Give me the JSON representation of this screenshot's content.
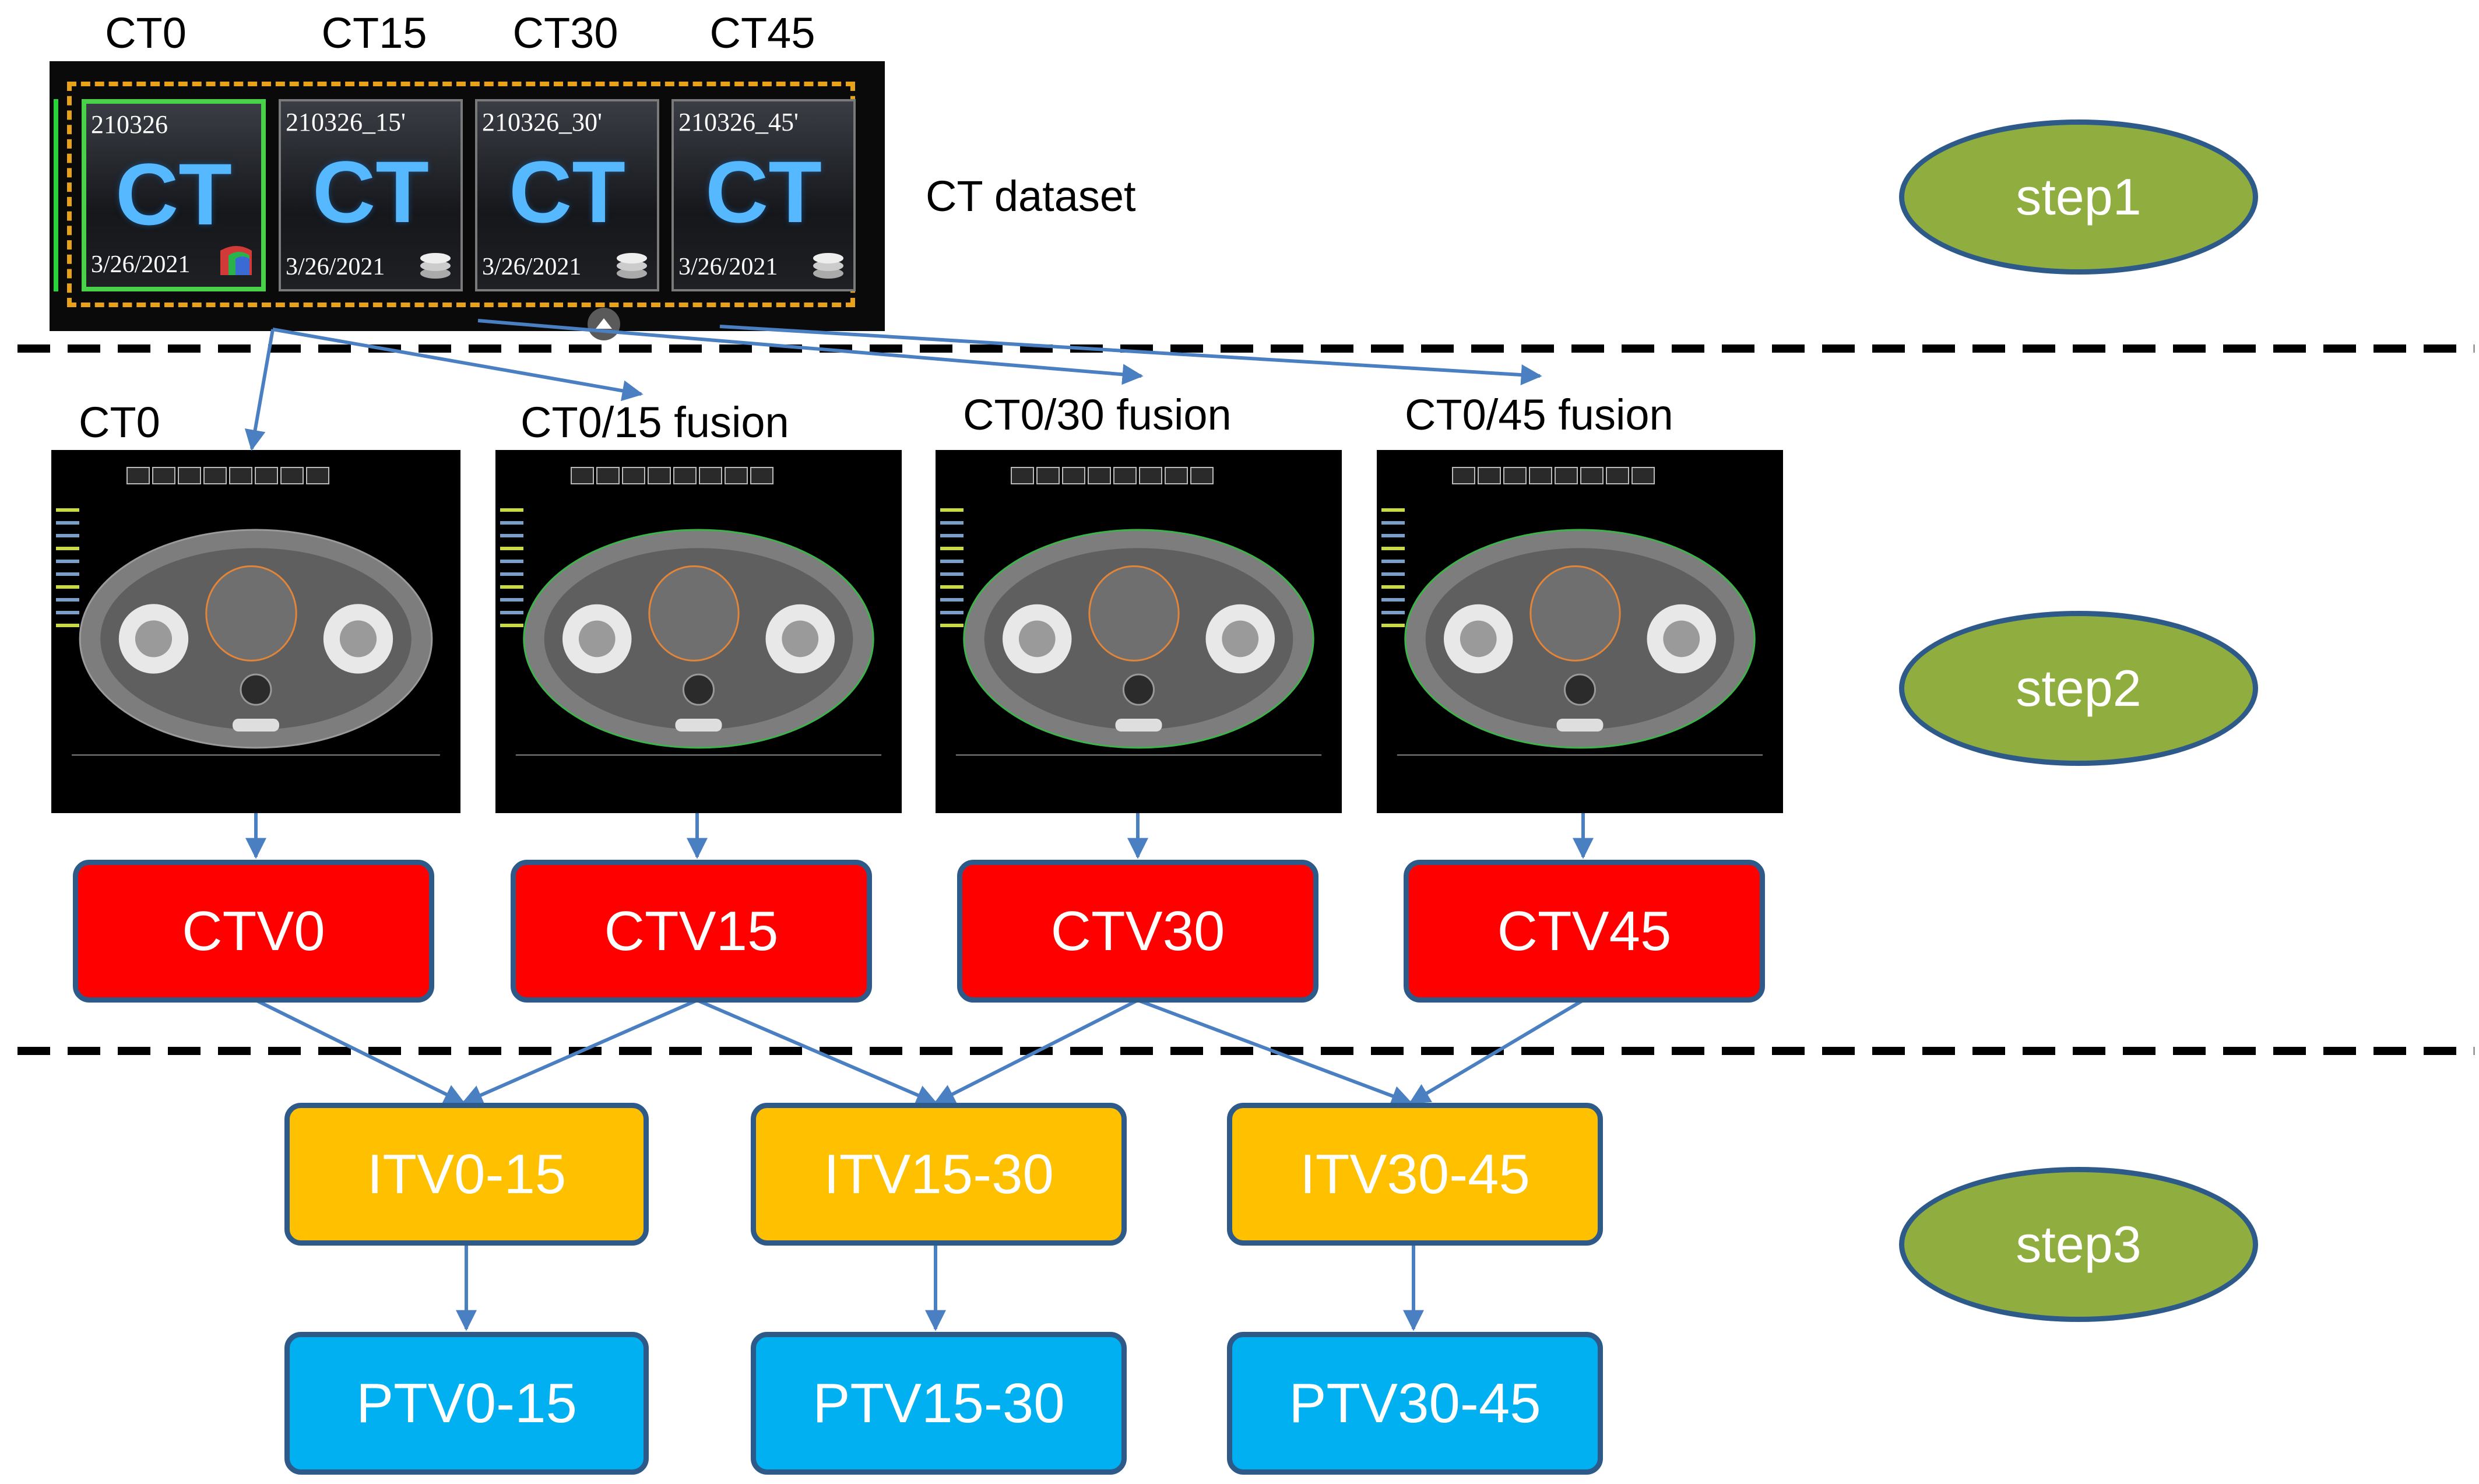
{
  "ct_dataset": {
    "column_labels": [
      "CT0",
      "CT15",
      "CT30",
      "CT45"
    ],
    "caption": "CT dataset",
    "tiles": [
      {
        "id": "210326",
        "modality": "CT",
        "date": "3/26/2021"
      },
      {
        "id": "210326_15'",
        "modality": "CT",
        "date": "3/26/2021"
      },
      {
        "id": "210326_30'",
        "modality": "CT",
        "date": "3/26/2021"
      },
      {
        "id": "210326_45'",
        "modality": "CT",
        "date": "3/26/2021"
      }
    ]
  },
  "scans": {
    "labels": [
      "CT0",
      "CT0/15 fusion",
      "CT0/30 fusion",
      "CT0/45 fusion"
    ]
  },
  "ctv": [
    "CTV0",
    "CTV15",
    "CTV30",
    "CTV45"
  ],
  "itv": [
    "ITV0-15",
    "ITV15-30",
    "ITV30-45"
  ],
  "ptv": [
    "PTV0-15",
    "PTV15-30",
    "PTV30-45"
  ],
  "steps": [
    "step1",
    "step2",
    "step3"
  ],
  "colors": {
    "ctv_fill": "#ff0000",
    "itv_fill": "#ffc000",
    "ptv_fill": "#00b0f0",
    "step_fill": "#8fae3f",
    "box_border": "#2e5a8a",
    "arrow": "#4a7fc1",
    "ct_modality_text": "#56b8ff",
    "ct_dashed_border": "#e8a21a"
  }
}
